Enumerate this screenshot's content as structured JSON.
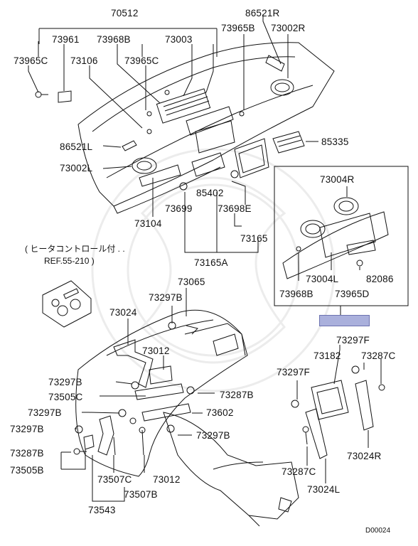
{
  "labels": {
    "l70512": "70512",
    "l86521R": "86521R",
    "l73961": "73961",
    "l73968B_top": "73968B",
    "l73003": "73003",
    "l73965B": "73965B",
    "l73002R": "73002R",
    "l73965C_left": "73965C",
    "l73106": "73106",
    "l73965C_mid": "73965C",
    "l86521L": "86521L",
    "l85335": "85335",
    "l73002L": "73002L",
    "l85402": "85402",
    "l73699": "73699",
    "l73698E": "73698E",
    "l73104": "73104",
    "l73165": "73165",
    "l73165A": "73165A",
    "l73004R": "73004R",
    "l73004L": "73004L",
    "l82086": "82086",
    "l73968B_box": "73968B",
    "l73965D": "73965D",
    "l73065": "73065",
    "l73297B_a": "73297B",
    "l73024": "73024",
    "l73012_a": "73012",
    "l73297B_b": "73297B",
    "l73505C": "73505C",
    "l73287B_a": "73287B",
    "l73297B_c": "73297B",
    "l73602": "73602",
    "l73297B_d": "73297B",
    "l73297B_e": "73297B",
    "l73287B_b": "73287B",
    "l73505B": "73505B",
    "l73507C": "73507C",
    "l73012_b": "73012",
    "l73507B": "73507B",
    "l73543": "73543",
    "l73297F_a": "73297F",
    "l73182": "73182",
    "l73287C_a": "73287C",
    "l73297F_b": "73297F",
    "l73024R": "73024R",
    "l73287C_b": "73287C",
    "l73024L": "73024L"
  },
  "note": {
    "line1": "( ヒータコントロール付 . .",
    "line2": "REF.55-210 )"
  },
  "diagram_code": "D00024",
  "colors": {
    "highlight": "#aab0dc",
    "line": "#111111",
    "watermark": "#e6e6e6"
  }
}
